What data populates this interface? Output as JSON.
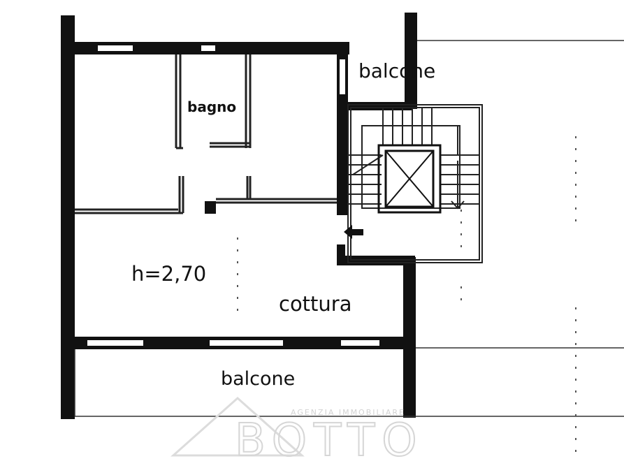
{
  "labels": {
    "bagno": "bagno",
    "balcone_top": "balcone",
    "height": "h=2,70",
    "cottura": "cottura",
    "balcone_bottom": "balcone"
  },
  "watermark": {
    "brand": "BOTTO",
    "tagline": "AGENZIA IMMOBILIARE"
  },
  "colors": {
    "wall": "#111111",
    "line": "#222222",
    "watermark": "#d6d6d6"
  }
}
